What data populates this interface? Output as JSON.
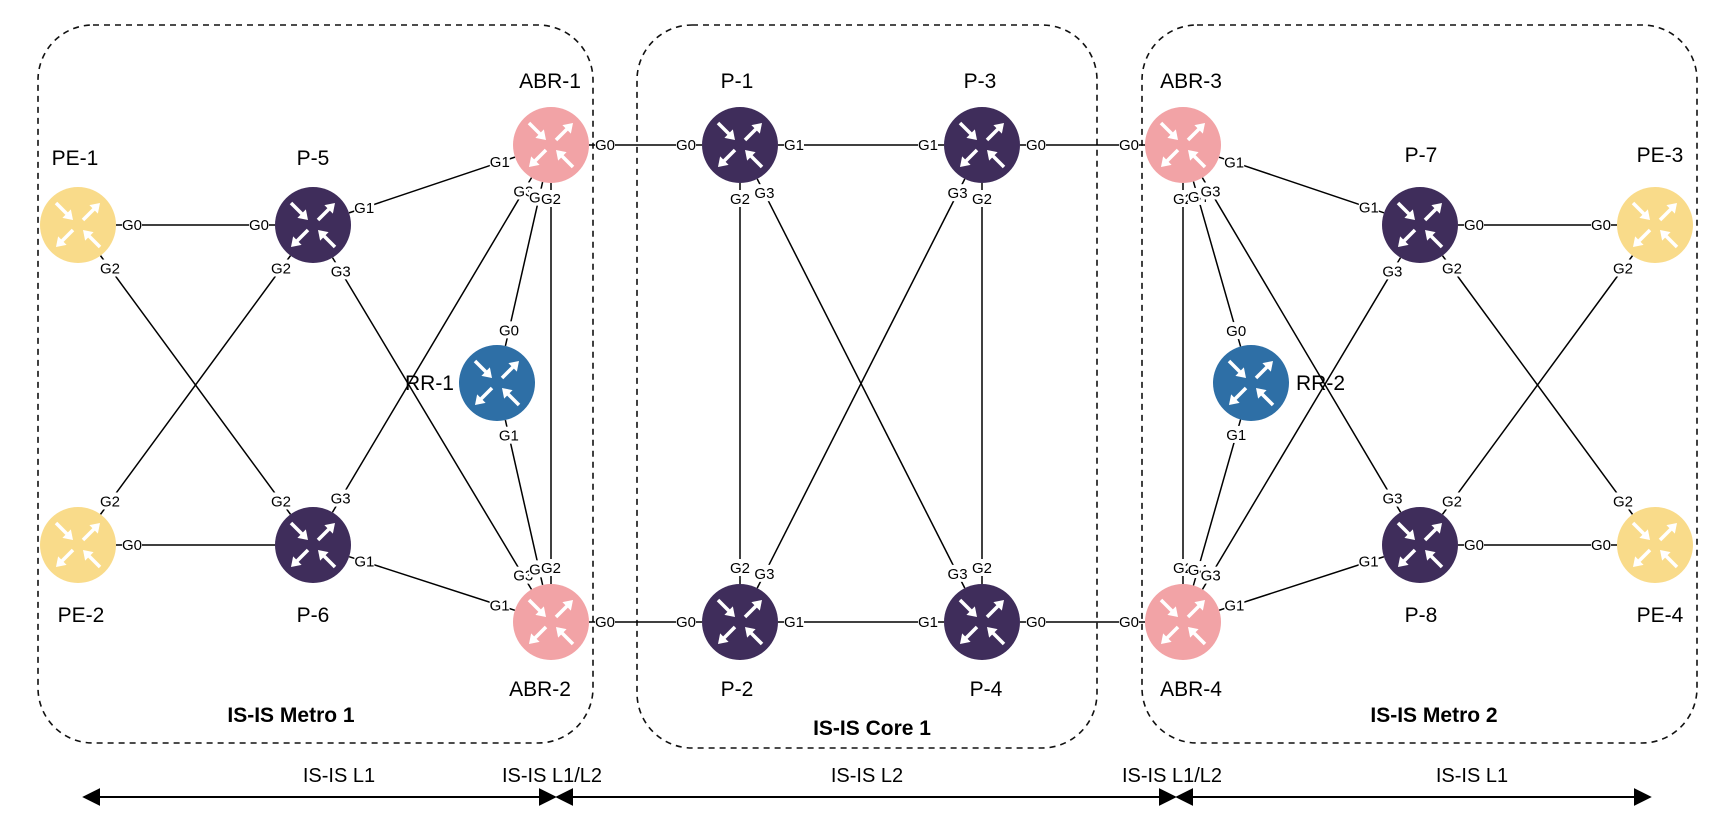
{
  "colors": {
    "pe": "#F9DB8A",
    "p": "#3F2D5B",
    "abr": "#F2A3A6",
    "rr": "#2E6FA6",
    "arrow_glyph": "#ffffff"
  },
  "icon": "router-icon",
  "domains": [
    {
      "id": "metro1",
      "label": "IS-IS Metro 1"
    },
    {
      "id": "core1",
      "label": "IS-IS Core 1"
    },
    {
      "id": "metro2",
      "label": "IS-IS Metro 2"
    }
  ],
  "routers": [
    {
      "id": "PE-1",
      "type": "pe",
      "label": "PE-1"
    },
    {
      "id": "PE-2",
      "type": "pe",
      "label": "PE-2"
    },
    {
      "id": "P-5",
      "type": "p",
      "label": "P-5"
    },
    {
      "id": "P-6",
      "type": "p",
      "label": "P-6"
    },
    {
      "id": "RR-1",
      "type": "rr",
      "label": "RR-1"
    },
    {
      "id": "ABR-1",
      "type": "abr",
      "label": "ABR-1"
    },
    {
      "id": "ABR-2",
      "type": "abr",
      "label": "ABR-2"
    },
    {
      "id": "P-1",
      "type": "p",
      "label": "P-1"
    },
    {
      "id": "P-2",
      "type": "p",
      "label": "P-2"
    },
    {
      "id": "P-3",
      "type": "p",
      "label": "P-3"
    },
    {
      "id": "P-4",
      "type": "p",
      "label": "P-4"
    },
    {
      "id": "ABR-3",
      "type": "abr",
      "label": "ABR-3"
    },
    {
      "id": "ABR-4",
      "type": "abr",
      "label": "ABR-4"
    },
    {
      "id": "RR-2",
      "type": "rr",
      "label": "RR-2"
    },
    {
      "id": "P-7",
      "type": "p",
      "label": "P-7"
    },
    {
      "id": "P-8",
      "type": "p",
      "label": "P-8"
    },
    {
      "id": "PE-3",
      "type": "pe",
      "label": "PE-3"
    },
    {
      "id": "PE-4",
      "type": "pe",
      "label": "PE-4"
    }
  ],
  "links": [
    {
      "a": "PE-1",
      "b": "P-5",
      "a_if": "G0",
      "b_if": "G0"
    },
    {
      "a": "PE-1",
      "b": "P-6",
      "a_if": "G2",
      "b_if": "G2"
    },
    {
      "a": "PE-2",
      "b": "P-6",
      "a_if": "G0",
      "b_if": ""
    },
    {
      "a": "PE-2",
      "b": "P-5",
      "a_if": "G2",
      "b_if": "G2"
    },
    {
      "a": "P-5",
      "b": "ABR-1",
      "a_if": "G1",
      "b_if": "G1"
    },
    {
      "a": "P-5",
      "b": "ABR-2",
      "a_if": "G3",
      "b_if": "G3"
    },
    {
      "a": "P-6",
      "b": "ABR-2",
      "a_if": "G1",
      "b_if": "G1"
    },
    {
      "a": "P-6",
      "b": "ABR-1",
      "a_if": "G3",
      "b_if": "G3"
    },
    {
      "a": "RR-1",
      "b": "ABR-1",
      "a_if": "G0",
      "b_if": "G4"
    },
    {
      "a": "RR-1",
      "b": "ABR-2",
      "a_if": "G1",
      "b_if": "G4"
    },
    {
      "a": "ABR-1",
      "b": "ABR-2",
      "a_if": "G2",
      "b_if": "G2"
    },
    {
      "a": "ABR-1",
      "b": "P-1",
      "a_if": "G0",
      "b_if": "G0"
    },
    {
      "a": "ABR-2",
      "b": "P-2",
      "a_if": "G0",
      "b_if": "G0"
    },
    {
      "a": "P-1",
      "b": "P-3",
      "a_if": "G1",
      "b_if": "G1"
    },
    {
      "a": "P-1",
      "b": "P-2",
      "a_if": "G2",
      "b_if": "G2"
    },
    {
      "a": "P-1",
      "b": "P-4",
      "a_if": "G3",
      "b_if": "G3"
    },
    {
      "a": "P-3",
      "b": "P-2",
      "a_if": "G3",
      "b_if": "G3"
    },
    {
      "a": "P-3",
      "b": "P-4",
      "a_if": "G2",
      "b_if": "G2"
    },
    {
      "a": "P-2",
      "b": "P-4",
      "a_if": "G1",
      "b_if": "G1"
    },
    {
      "a": "P-3",
      "b": "ABR-3",
      "a_if": "G0",
      "b_if": "G0"
    },
    {
      "a": "P-4",
      "b": "ABR-4",
      "a_if": "G0",
      "b_if": "G0"
    },
    {
      "a": "ABR-3",
      "b": "ABR-4",
      "a_if": "G2",
      "b_if": "G2"
    },
    {
      "a": "ABR-3",
      "b": "RR-2",
      "a_if": "G4",
      "b_if": "G0"
    },
    {
      "a": "ABR-4",
      "b": "RR-2",
      "a_if": "G4",
      "b_if": "G1"
    },
    {
      "a": "ABR-3",
      "b": "P-7",
      "a_if": "G1",
      "b_if": "G1"
    },
    {
      "a": "ABR-3",
      "b": "P-8",
      "a_if": "G3",
      "b_if": "G3"
    },
    {
      "a": "ABR-4",
      "b": "P-8",
      "a_if": "G1",
      "b_if": "G1"
    },
    {
      "a": "ABR-4",
      "b": "P-7",
      "a_if": "G3",
      "b_if": "G3"
    },
    {
      "a": "P-7",
      "b": "PE-3",
      "a_if": "G0",
      "b_if": "G0"
    },
    {
      "a": "P-7",
      "b": "PE-4",
      "a_if": "G2",
      "b_if": "G2"
    },
    {
      "a": "P-8",
      "b": "PE-4",
      "a_if": "G0",
      "b_if": "G0"
    },
    {
      "a": "P-8",
      "b": "PE-3",
      "a_if": "G2",
      "b_if": "G2"
    }
  ],
  "levels": {
    "left_l1": "IS-IS L1",
    "left_l1l2": "IS-IS L1/L2",
    "center_l2": "IS-IS L2",
    "right_l1l2": "IS-IS L1/L2",
    "right_l1": "IS-IS L1"
  }
}
